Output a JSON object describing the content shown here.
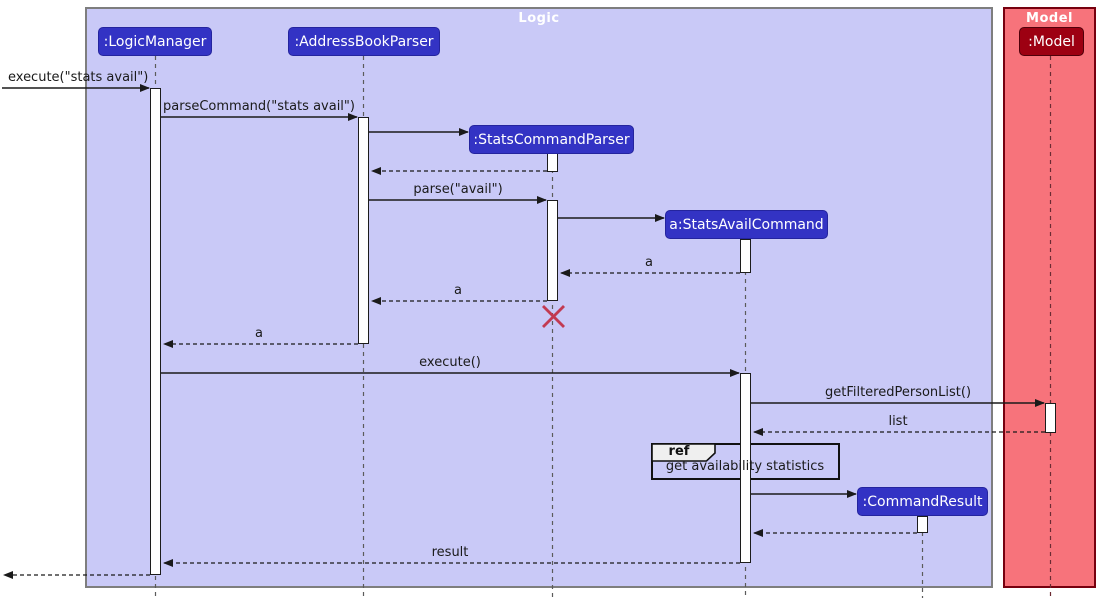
{
  "frames": {
    "logic": {
      "title": "Logic"
    },
    "model": {
      "title": "Model"
    }
  },
  "participants": {
    "logic_manager": {
      "label": ":LogicManager"
    },
    "address_book_parser": {
      "label": ":AddressBookParser"
    },
    "stats_command_parser": {
      "label": ":StatsCommandParser"
    },
    "stats_avail_command": {
      "label": "a:StatsAvailCommand"
    },
    "command_result": {
      "label": ":CommandResult"
    },
    "model": {
      "label": ":Model"
    }
  },
  "messages": {
    "execute_found": {
      "label": "execute(\"stats avail\")"
    },
    "parse_command": {
      "label": "parseCommand(\"stats avail\")"
    },
    "parse_avail": {
      "label": "parse(\"avail\")"
    },
    "return_a_to_parser": {
      "label": "a"
    },
    "return_a_to_abp": {
      "label": "a"
    },
    "return_a_to_lm": {
      "label": "a"
    },
    "execute_cmd": {
      "label": "execute()"
    },
    "get_filtered_person_list": {
      "label": "getFilteredPersonList()"
    },
    "return_list": {
      "label": "list"
    },
    "return_result": {
      "label": "result"
    }
  },
  "ref_fragment": {
    "keyword": "ref",
    "label": "get availability statistics"
  },
  "colors": {
    "logic_frame_fill": "#C9C9F7",
    "logic_accent": "#3333C4",
    "model_frame_fill": "#F7737B",
    "model_accent": "#9D0012",
    "destroy_x": "#C23A52",
    "arrow": "#1A1A1A"
  }
}
